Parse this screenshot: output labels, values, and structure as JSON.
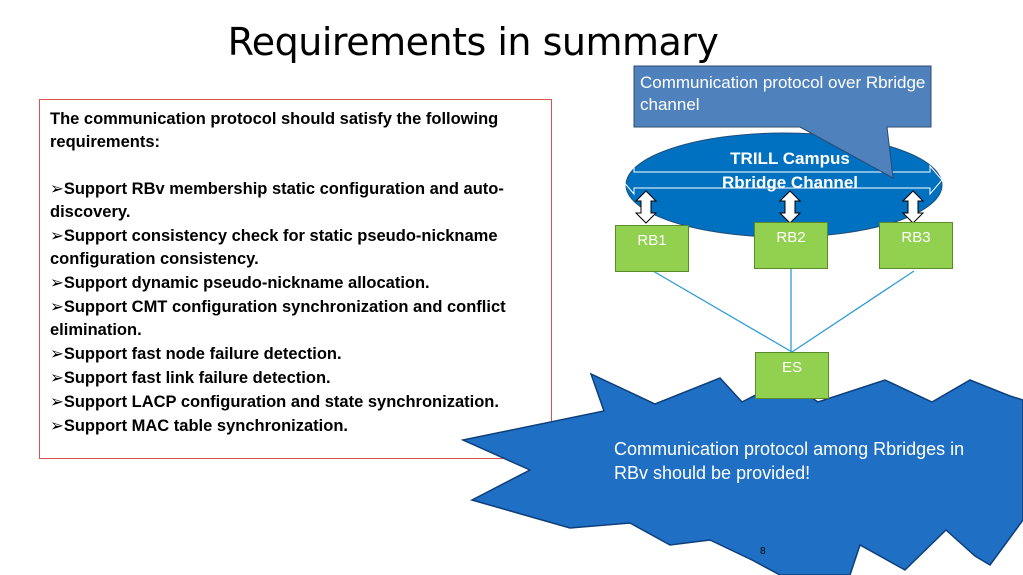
{
  "slide": {
    "title": "Requirements in summary",
    "page_number": "8"
  },
  "requirements": {
    "intro": "The communication protocol should satisfy the following requirements:",
    "bullet_glyph": "➢",
    "items": [
      "Support RBv membership static configuration and auto-discovery.",
      "Support consistency check for static pseudo-nickname configuration consistency.",
      "Support dynamic pseudo-nickname allocation.",
      "Support CMT configuration synchronization and conflict elimination.",
      "Support fast node failure detection.",
      "Support fast link failure detection.",
      "Support LACP configuration and state synchronization.",
      "Support MAC table synchronization."
    ]
  },
  "diagram": {
    "callout": "Communication protocol over Rbridge channel",
    "campus_line1": "TRILL Campus",
    "campus_line2": "Rbridge Channel",
    "nodes": [
      "RB1",
      "RB2",
      "RB3",
      "ES"
    ],
    "star_text": "Communication protocol among Rbridges in RBv should be provided!",
    "colors": {
      "callout_fill": "#4f81bd",
      "ellipse_fill": "#0070c0",
      "node_fill": "#92d050",
      "star_fill": "#1f6fc5",
      "link_line": "#2e9bd6",
      "box_border": "#d9534f"
    }
  }
}
